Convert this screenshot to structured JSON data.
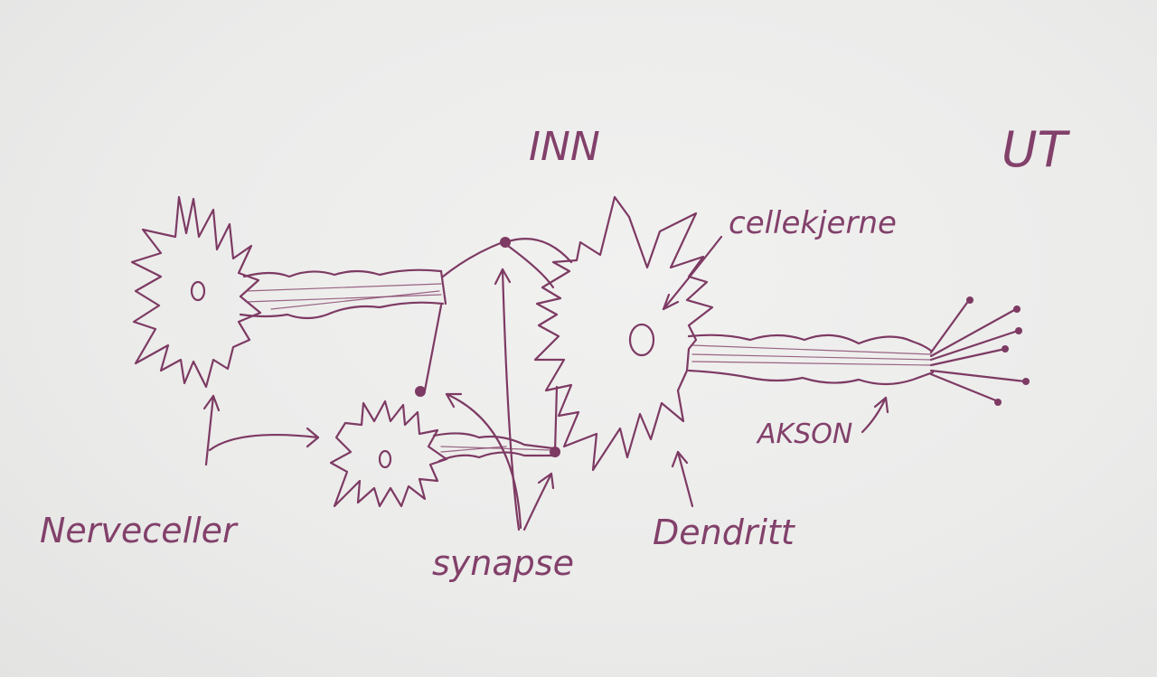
{
  "diagram": {
    "ink_color": "#7d3a63",
    "paper_color": "#ebebea",
    "labels": {
      "inn": "INN",
      "ut": "UT",
      "cellekjerne": "cellekjerne",
      "akson": "AKSON",
      "dendritt": "Dendritt",
      "synapse": "synapse",
      "nerveceller": "Nerveceller"
    }
  }
}
